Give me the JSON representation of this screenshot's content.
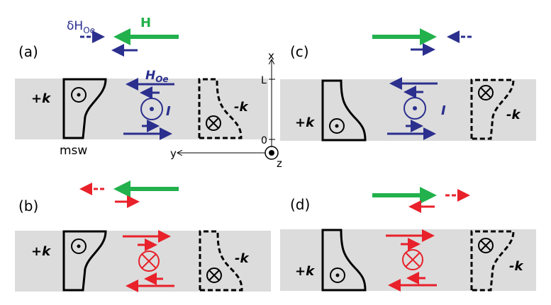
{
  "colors": {
    "blue": "#2b2f8e",
    "red": "#e8212a",
    "green": "#22b14c",
    "band": "#dcdcdc",
    "black": "#000000"
  },
  "labels": {
    "field_H": "H",
    "delta_H": "δH",
    "delta_H_sub": "Oe",
    "H_oe": "H",
    "H_oe_sub": "Oe",
    "current": "I",
    "plus_k": "+k",
    "minus_k": "-k",
    "msw": "msw",
    "axis_x": "x",
    "axis_y": "y",
    "axis_z": "z",
    "tick_L": "L",
    "tick_0": "0"
  },
  "panels": [
    {
      "id": "a",
      "label": "(a)",
      "H_direction": "left",
      "current": "out-of-page",
      "color": "blue"
    },
    {
      "id": "b",
      "label": "(b)",
      "H_direction": "left",
      "current": "into-page",
      "color": "red"
    },
    {
      "id": "c",
      "label": "(c)",
      "H_direction": "right",
      "current": "out-of-page",
      "color": "blue"
    },
    {
      "id": "d",
      "label": "(d)",
      "H_direction": "right",
      "current": "into-page",
      "color": "red"
    }
  ]
}
